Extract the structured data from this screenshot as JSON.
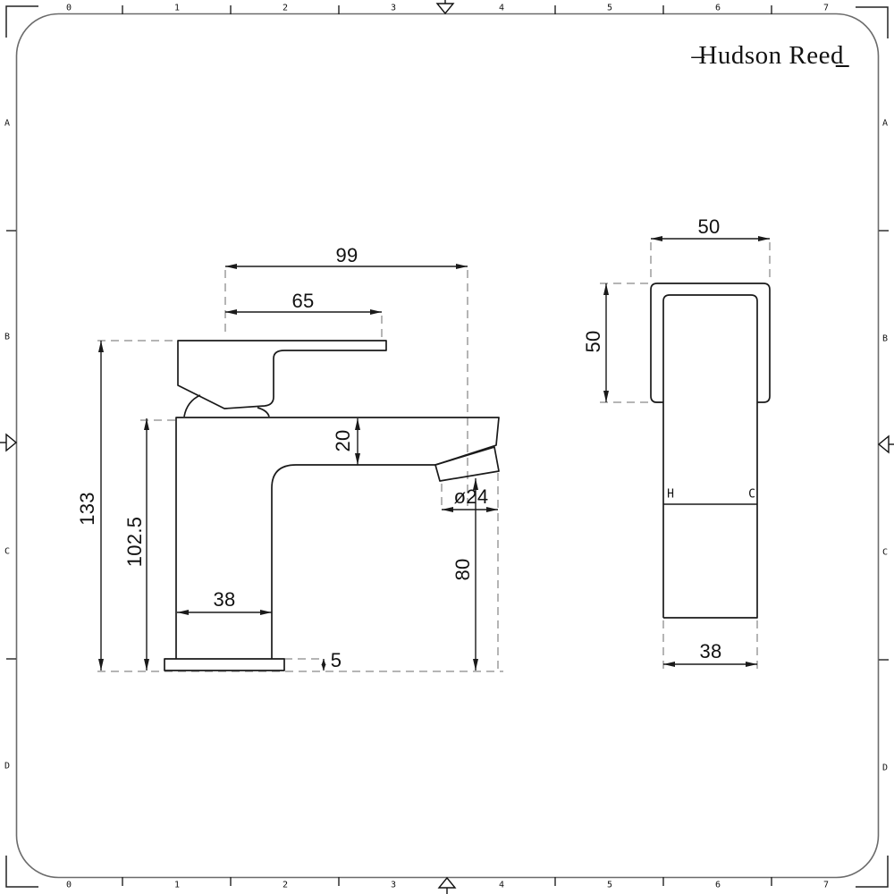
{
  "brand": {
    "dash": "–",
    "name": "Hudson Reed",
    "underscore": "_"
  },
  "frame": {
    "ruler_numbers": [
      "0",
      "1",
      "2",
      "3",
      "4",
      "5",
      "6",
      "7"
    ],
    "row_letters": [
      "A",
      "B",
      "C",
      "D"
    ]
  },
  "front_view": {
    "dim_spout_reach": "99",
    "dim_handle_reach": "65",
    "dim_spout_depth": "20",
    "dim_aerator_diameter": "ø24",
    "dim_aerator_height": "80",
    "dim_total_height": "133",
    "dim_body_height": "102.5",
    "dim_body_width": "38",
    "dim_base_thickness": "5"
  },
  "side_view": {
    "dim_head_width": "50",
    "dim_head_height": "50",
    "dim_body_depth": "38",
    "hot_label": "H",
    "cold_label": "C"
  },
  "colors": {
    "line": "#1a1a1a",
    "dashed": "#b5b5b5",
    "frame": "#6b6b6b",
    "background": "#ffffff"
  }
}
